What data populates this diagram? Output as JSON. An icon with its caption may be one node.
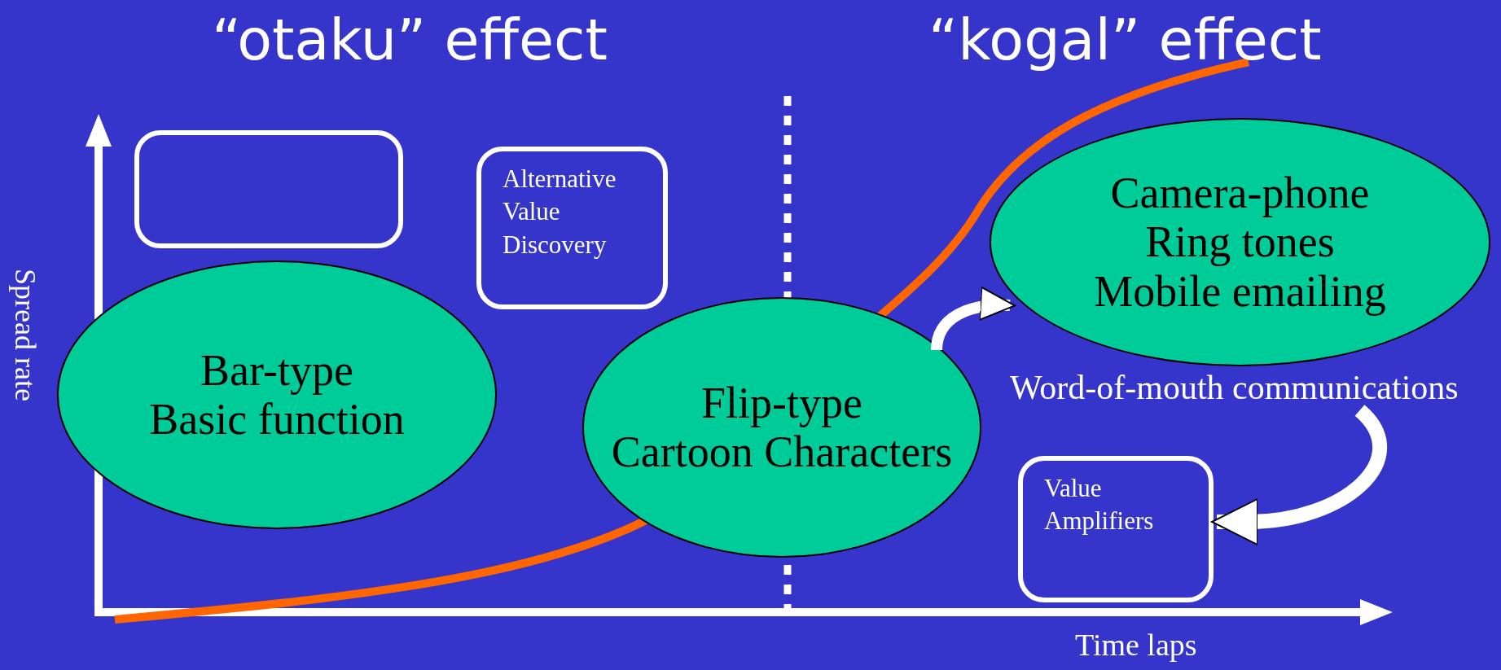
{
  "diagram": {
    "nodes": [
      {
        "text": [],
        "shape": "box"
      },
      {
        "text": [
          "Bar-type",
          "Basic function"
        ]
      },
      {
        "text": [
          "Alternative Value Discovery"
        ]
      },
      {
        "text": [
          "Flip-type",
          "Cartoon Characters"
        ]
      },
      {
        "text": [
          "Camera-phone",
          "Ring tones",
          "Mobile emailing"
        ]
      },
      {
        "text": [
          "Word-of-mouth communications"
        ]
      },
      {
        "text": [
          "Value Amplifiers"
        ]
      }
    ],
    "edges": [
      {
        "from": 5,
        "to": 6,
        "arrow": "to"
      }
    ],
    "labels": [
      "“otaku” effect",
      "“kogal” effect",
      "Spread rate",
      "Time laps"
    ]
  }
}
